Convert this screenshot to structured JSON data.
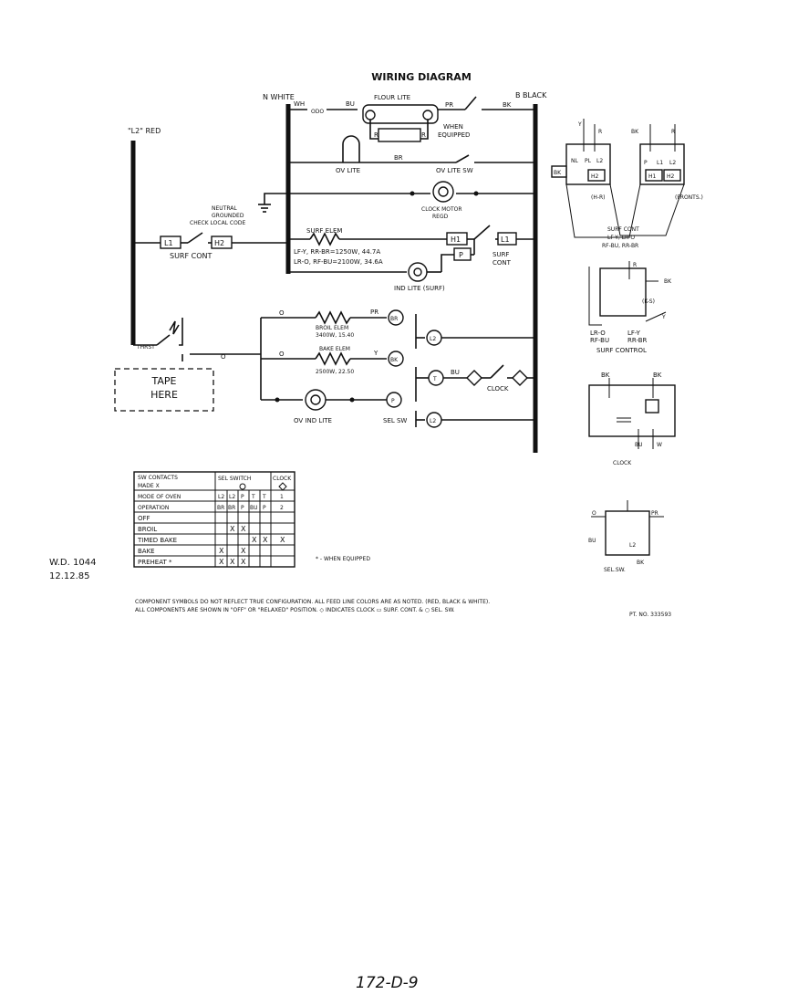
{
  "title": "WIRING DIAGRAM",
  "bus": {
    "left": "\"L2\" RED",
    "neutral": "N WHITE",
    "right": "B BLACK"
  },
  "wire_colors": {
    "wh": "WH",
    "bu": "BU",
    "pr": "PR",
    "bk": "BK",
    "r": "R",
    "br": "BR",
    "o": "O",
    "y": "Y",
    "p": "P",
    "w": "W",
    "odd": "ODO"
  },
  "components": {
    "flour_lite": "FLOUR LITE",
    "when_equipped": [
      "WHEN",
      "EQUIPPED"
    ],
    "ov_lite": "OV LITE",
    "ov_lite_sw": "OV LITE SW",
    "neutral_ground": [
      "NEUTRAL",
      "GROUNDED",
      "CHECK LOCAL CODE"
    ],
    "clock_motor": [
      "CLOCK MOTOR",
      "REGD"
    ],
    "surf_elem": "SURF ELEM",
    "surf_ratings": [
      "LF-Y, RR-BR=1250W, 44.7A",
      "LR-O, RF-BU=2100W, 34.6A"
    ],
    "surf_cont": "SURF CONT",
    "surf_cont_right": [
      "SURF",
      "CONT"
    ],
    "ind_lite_surf": "IND LITE (SURF)",
    "broil_elem": [
      "BROIL ELEM",
      "3400W, 15.40"
    ],
    "bake_elem": [
      "BAKE ELEM",
      "2500W, 22.50"
    ],
    "thrst": "THRST",
    "ov_ind_lite": "OV IND LITE",
    "sel_sw": "SEL SW",
    "clock": "CLOCK",
    "tape_here": [
      "TAPE",
      "HERE"
    ],
    "h1": "H1",
    "h2": "H2",
    "l1": "L1",
    "l2": "L2"
  },
  "detail_labels": {
    "hr": "(H-R)",
    "fronts": "(FRONTS.)",
    "surf_cont_caption": [
      "SURF CONT",
      "LF-Y, LR-O",
      "RF-BU, RR-BR"
    ],
    "surf_control_caption": [
      "LR-O",
      "RF-BU",
      "LF-Y",
      "RR-BR",
      "SURF CONTROL"
    ],
    "ks": "(K-S)",
    "clock_caption": "CLOCK",
    "sel_sw_caption": "SEL.SW.",
    "nl": "NL",
    "pl": "PL",
    "t": "T"
  },
  "table": {
    "head_left": [
      "SW CONTACTS",
      "MADE    X"
    ],
    "head_sel": "SEL SWITCH",
    "head_clock": "CLOCK",
    "mode_row": "MODE OF OVEN",
    "op_row": "OPERATION",
    "contacts": [
      "L2",
      "L2",
      "P",
      "T",
      "T",
      "1"
    ],
    "contact_colors": [
      "BR",
      "BR",
      "P",
      "BU",
      "P",
      "2"
    ],
    "rows": [
      {
        "label": "OFF",
        "marks": [
          "",
          "",
          "",
          "",
          "",
          ""
        ]
      },
      {
        "label": "BROIL",
        "marks": [
          "",
          "X",
          "X",
          "",
          "",
          ""
        ]
      },
      {
        "label": "TIMED BAKE",
        "marks": [
          "",
          "",
          "",
          "X",
          "X",
          "X"
        ]
      },
      {
        "label": "BAKE",
        "marks": [
          "X",
          "",
          "X",
          "",
          "",
          ""
        ]
      },
      {
        "label": "PREHEAT *",
        "marks": [
          "X",
          "X",
          "X",
          "",
          "",
          ""
        ]
      }
    ]
  },
  "when_equipped_note": "* - WHEN EQUIPPED",
  "wd": {
    "number": "W.D. 1044",
    "date": "12.12.85"
  },
  "notes": [
    "COMPONENT SYMBOLS DO NOT REFLECT TRUE CONFIGURATION.  ALL FEED LINE COLORS ARE AS NOTED.  (RED, BLACK & WHITE).",
    "ALL COMPONENTS ARE SHOWN IN \"OFF\" OR \"RELAXED\" POSITION.  ◇ INDICATES CLOCK  ▭ SURF. CONT. & ○ SEL. SW."
  ],
  "part_no": "PT. NO. 333593",
  "handwritten": "172-D-9"
}
